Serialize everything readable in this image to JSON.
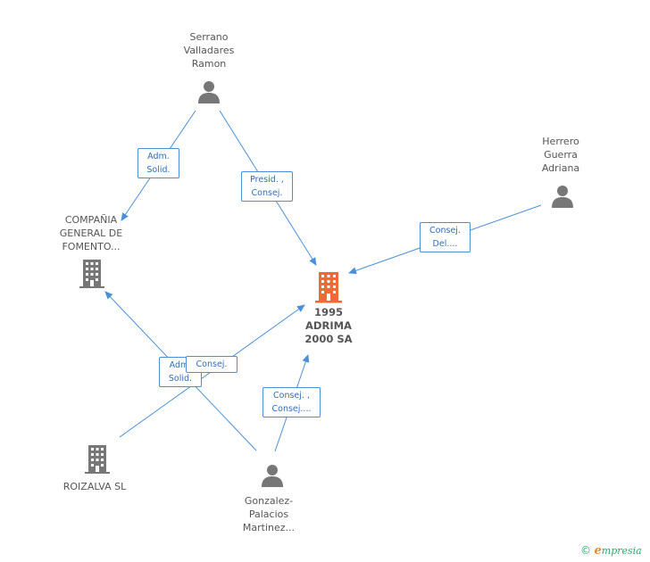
{
  "nodes": {
    "serrano": {
      "lines": [
        "Serrano",
        "Valladares",
        "Ramon"
      ]
    },
    "herrero": {
      "lines": [
        "Herrero",
        "Guerra",
        "Adriana"
      ]
    },
    "compania": {
      "lines": [
        "COMPAÑIA",
        "GENERAL DE",
        "FOMENTO..."
      ]
    },
    "main": {
      "lines": [
        "1995",
        "ADRIMA",
        "2000 SA"
      ]
    },
    "roizalva": {
      "lines": [
        "ROIZALVA SL"
      ]
    },
    "gonzalez": {
      "lines": [
        "Gonzalez-",
        "Palacios",
        "Martinez..."
      ]
    }
  },
  "relations": {
    "adm_solid_1": [
      "Adm.",
      "Solid."
    ],
    "presid_consej": [
      "Presid. ,",
      "Consej."
    ],
    "consej_del": [
      "Consej.",
      "Del...."
    ],
    "adm_solid_2": [
      "Adm.",
      "Solid."
    ],
    "consej": [
      "Consej."
    ],
    "consej_consej": [
      "Consej. ,",
      "Consej...."
    ]
  },
  "colors": {
    "edge": "#4a90d9",
    "person": "#777777",
    "company": "#777777",
    "main_company": "#f06a35"
  },
  "icons": {
    "person": "person-icon",
    "company": "building-icon"
  },
  "brand": {
    "copyright": "©",
    "e": "e",
    "rest": "mpresia"
  }
}
